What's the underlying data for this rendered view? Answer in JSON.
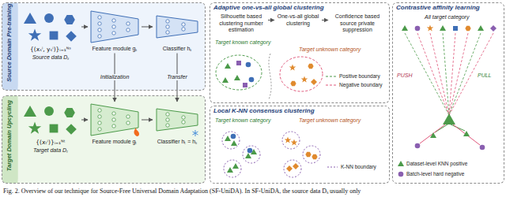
{
  "diagram": {
    "caption": "Fig. 2. Overview of our technique for Source-Free Universal Domain Adaptation (SF-UniDA). In SF-UniDA, the source data Dₛ usually only",
    "nodes": [
      {
        "text": [
          "Source Domain Pre-training"
        ]
      },
      {
        "text": [
          "{(xₛⁱ, yₛⁱ)}ᵢ₌₁ᴺˢ",
          "Source data Dₛ"
        ],
        "in": 0
      },
      {
        "text": [
          "Feature module gₛ"
        ],
        "in": 0
      },
      {
        "text": [
          "Classifier hₛ"
        ],
        "in": 0
      },
      {
        "text": [
          "Target Domain Upcycling"
        ]
      },
      {
        "text": [
          "{(xₜⁱ)}ᵢ₌₁ᴺᵗ",
          "Target data Dₜ"
        ],
        "in": 4
      },
      {
        "text": [
          "Feature module gₜ"
        ],
        "in": 4
      },
      {
        "text": [
          "Classifier hₜ = hₛ"
        ],
        "in": 4
      },
      {
        "text": [
          "Adaptive one-vs-all global clustering"
        ]
      },
      {
        "text": [
          "Silhouette based clustering number estimation"
        ],
        "in": 8
      },
      {
        "text": [
          "One-vs-all global clustering"
        ],
        "in": 8
      },
      {
        "text": [
          "Confidence based source private suppression"
        ],
        "in": 8
      },
      {
        "text": [
          "Local K-NN consensus clustering"
        ]
      },
      {
        "text": [
          "Contrastive affinity learning"
        ]
      }
    ],
    "edges": [
      {
        "from": 1,
        "to": 2,
        "arrow": "to"
      },
      {
        "from": 2,
        "to": 3,
        "arrow": "to"
      },
      {
        "from": 5,
        "to": 6,
        "arrow": "to"
      },
      {
        "from": 6,
        "to": 7,
        "arrow": "to"
      },
      {
        "from": 2,
        "to": 6,
        "label": "Initialization",
        "arrow": "to"
      },
      {
        "from": 3,
        "to": 7,
        "label": "Transfer",
        "arrow": "to"
      },
      {
        "from": 9,
        "to": 10,
        "arrow": "to"
      },
      {
        "from": 10,
        "to": 11,
        "arrow": "to"
      }
    ],
    "labels": [
      "Target known category",
      "Target unknown category",
      "Target known category",
      "Target unknown category",
      "All target category",
      "PUSH",
      "PULL"
    ],
    "legend": [
      {
        "text": "Positive boundary"
      },
      {
        "text": "Negative boundary"
      },
      {
        "text": "K-NN boundary"
      },
      {
        "text": "Dataset-level KNN positive"
      },
      {
        "text": "Batch-level hard negative"
      }
    ]
  }
}
